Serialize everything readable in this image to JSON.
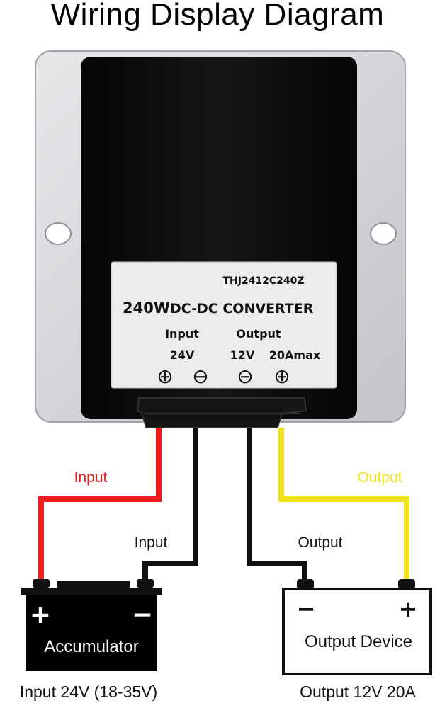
{
  "title": "Wiring Display Diagram",
  "label_panel": {
    "model": "THJ2412C240Z",
    "power": "240W",
    "product": "DC-DC CONVERTER",
    "input_head": "Input",
    "input_voltage": "24V",
    "output_head": "Output",
    "output_voltage": "12V",
    "output_current": "20Amax",
    "terminal_symbols": [
      "⊕",
      "⊖",
      "⊖",
      "⊕"
    ]
  },
  "wires": {
    "red_label": "Input",
    "black_left_label": "Input",
    "black_right_label": "Output",
    "yellow_label": "Output"
  },
  "accumulator": {
    "plus": "+",
    "minus": "−",
    "name": "Accumulator",
    "caption": "Input 24V (18-35V)"
  },
  "output_device": {
    "minus": "−",
    "plus": "+",
    "name": "Output Device",
    "caption": "Output 12V 20A"
  },
  "colors": {
    "red_wire": "#ee1c1c",
    "black_wire": "#111111",
    "yellow_wire": "#f2e21a",
    "housing": "#d7d9dc",
    "body": "#0a0a0a",
    "label_bg": "#ececec"
  }
}
